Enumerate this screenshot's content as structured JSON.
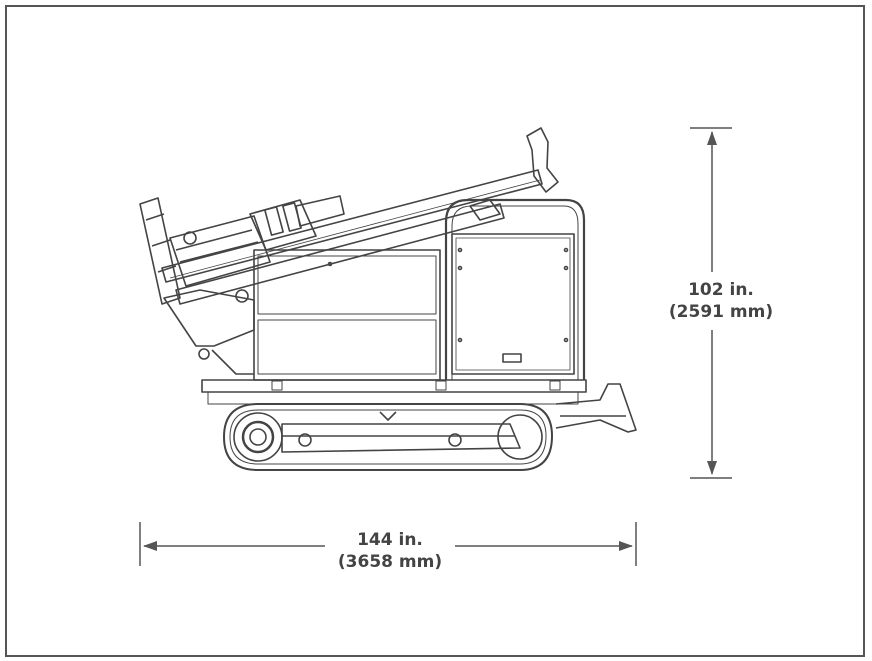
{
  "dimensions": {
    "width_in": "144 in.",
    "width_mm": "(3658 mm)",
    "height_in": "102 in.",
    "height_mm": "(2591 mm)"
  },
  "colors": {
    "line": "#555555",
    "text": "#444444",
    "frame": "#555555"
  }
}
